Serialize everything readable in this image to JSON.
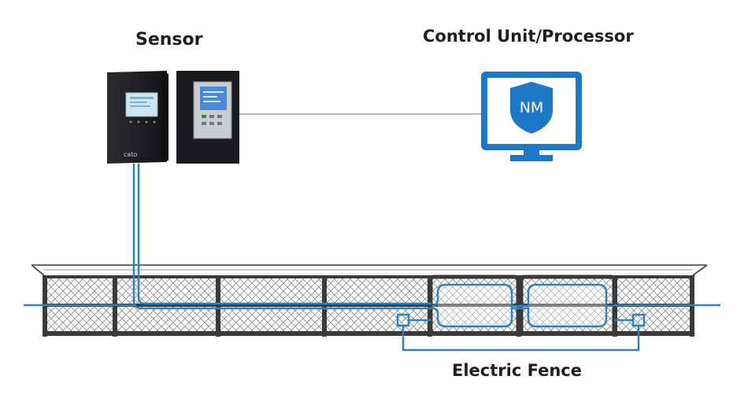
{
  "labels": {
    "sensor": "Sensor",
    "control_unit": "Control Unit/Processor",
    "fence": "Electric Fence"
  },
  "devices": {
    "sensor_left_brand": "cato",
    "monitor_badge": "NM"
  },
  "colors": {
    "cable": "#2f82c0",
    "fence_frame": "#3a3a3a",
    "mesh": "#8a8a8a",
    "monitor": "#1f78c5",
    "device_dark": "#1e1f22",
    "link_line": "#b8b8b8"
  }
}
